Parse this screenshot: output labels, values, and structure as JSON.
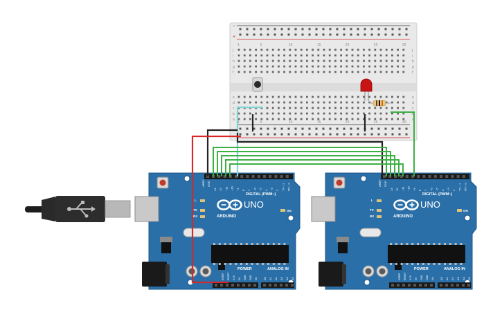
{
  "breadboard": {
    "rail_plus": "+",
    "rail_minus": "−",
    "row_letters_top": [
      "j",
      "i",
      "h",
      "g",
      "f"
    ],
    "row_letters_bottom": [
      "e",
      "d",
      "c",
      "b",
      "a"
    ],
    "column_numbers": [
      "1",
      "5",
      "10",
      "15",
      "20",
      "25",
      "30"
    ]
  },
  "boards": [
    {
      "brand": "ARDUINO",
      "model": "UNO",
      "label_l": "L",
      "label_tx": "TX",
      "label_rx": "RX",
      "label_on": "ON",
      "label_digital": "DIGITAL (PWM~)",
      "label_power": "POWER",
      "label_analog": "ANALOG IN",
      "label_aref": "AREF",
      "label_gnd": "GND",
      "digital_pins": [
        "13",
        "12",
        "~11",
        "~10",
        "~9",
        "8",
        "7",
        "~6",
        "~5",
        "4",
        "~3",
        "2",
        "TX→1",
        "RX←0"
      ],
      "power_pins": [
        "IOREF",
        "RESET",
        "3.3V",
        "5V",
        "GND",
        "GND",
        "Vin"
      ],
      "analog_pins": [
        "A0",
        "A1",
        "A2",
        "A3",
        "A4",
        "A5"
      ]
    },
    {
      "brand": "ARDUINO",
      "model": "UNO",
      "label_l": "L",
      "label_tx": "TX",
      "label_rx": "RX",
      "label_on": "ON",
      "label_digital": "DIGITAL (PWM~)",
      "label_power": "POWER",
      "label_analog": "ANALOG IN",
      "label_aref": "AREF",
      "label_gnd": "GND",
      "digital_pins": [
        "13",
        "12",
        "~11",
        "~10",
        "~9",
        "8",
        "7",
        "~6",
        "~5",
        "4",
        "~3",
        "2",
        "TX→1",
        "RX←0"
      ],
      "power_pins": [
        "IOREF",
        "RESET",
        "3.3V",
        "5V",
        "GND",
        "GND",
        "Vin"
      ],
      "analog_pins": [
        "A0",
        "A1",
        "A2",
        "A3",
        "A4",
        "A5"
      ]
    }
  ],
  "colors": {
    "board": "#2a6fa8",
    "board_edge": "#1c5486",
    "wire_green": "#3cb043",
    "wire_red": "#d62828",
    "wire_black": "#222222",
    "wire_cyan": "#7fd3d3",
    "led": "#c81414",
    "breadboard": "#e9e9e9"
  }
}
